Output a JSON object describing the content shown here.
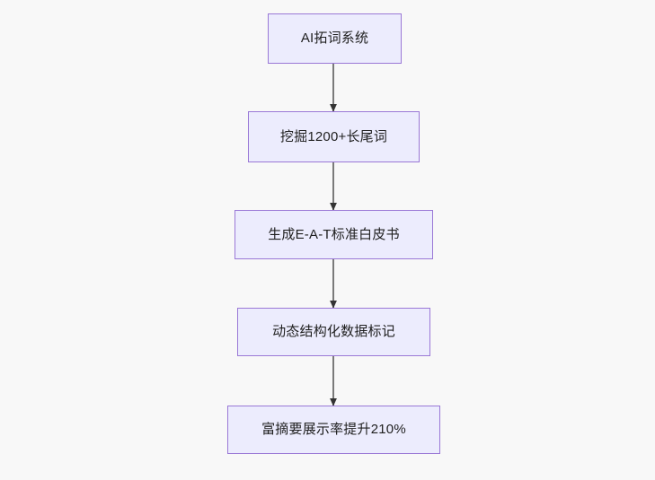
{
  "diagram": {
    "type": "flowchart",
    "direction": "top-to-bottom",
    "background_color": "#f8f8f8",
    "node_fill_color": "#ececfd",
    "node_border_color": "#9a78d6",
    "node_text_color": "#1f1f1f",
    "edge_color": "#7a7a7a",
    "arrowhead_color": "#333333",
    "nodes": [
      {
        "id": "n0",
        "label": "AI拓词系统"
      },
      {
        "id": "n1",
        "label": "挖掘1200+长尾词"
      },
      {
        "id": "n2",
        "label": "生成E-A-T标准白皮书"
      },
      {
        "id": "n3",
        "label": "动态结构化数据标记"
      },
      {
        "id": "n4",
        "label": "富摘要展示率提升210%"
      }
    ],
    "edges": [
      {
        "from": "n0",
        "to": "n1",
        "label": ""
      },
      {
        "from": "n1",
        "to": "n2",
        "label": ""
      },
      {
        "from": "n2",
        "to": "n3",
        "label": ""
      },
      {
        "from": "n3",
        "to": "n4",
        "label": ""
      }
    ]
  }
}
